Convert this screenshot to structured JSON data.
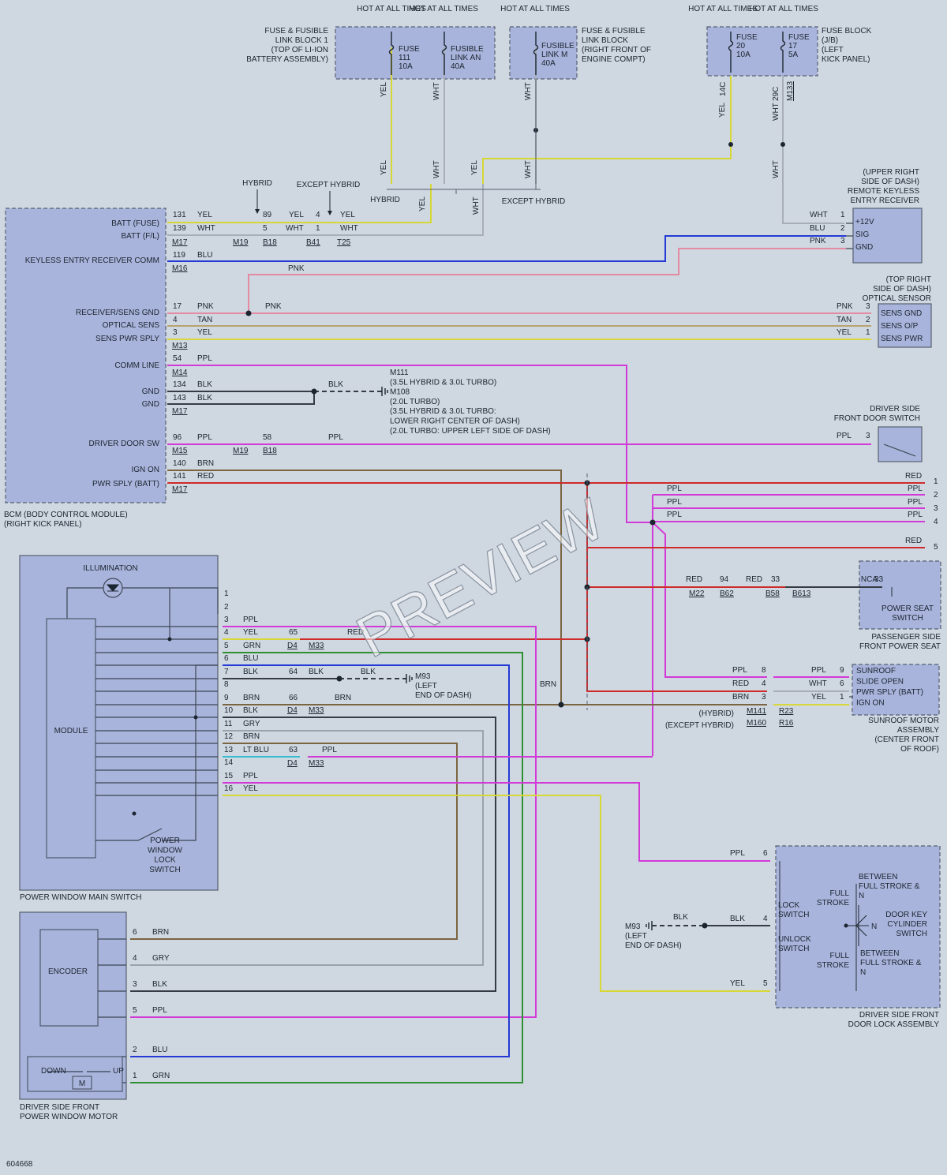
{
  "doc_id": "604668",
  "watermark": "PREVIEW",
  "hot_at_all_times": "HOT AT ALL TIMES",
  "fuse_blocks": {
    "liion": {
      "title": [
        "FUSE & FUSIBLE",
        "LINK BLOCK 1",
        "(TOP OF LI-ION",
        "BATTERY ASSEMBLY)"
      ],
      "fuse": [
        "FUSE",
        "111",
        "10A"
      ],
      "link": [
        "FUSIBLE",
        "LINK AN",
        "40A"
      ]
    },
    "engine": {
      "title": [
        "FUSE & FUSIBLE",
        "LINK BLOCK",
        "(RIGHT FRONT OF",
        "ENGINE COMPT)"
      ],
      "link": [
        "FUSIBLE",
        "LINK M",
        "40A"
      ]
    },
    "jb": {
      "title": [
        "FUSE BLOCK",
        "(J/B)",
        "(LEFT",
        "KICK PANEL)"
      ],
      "fuse20": [
        "FUSE",
        "20",
        "10A"
      ],
      "fuse17": [
        "FUSE",
        "17",
        "5A"
      ],
      "pin14": "14C",
      "pin29": "29C",
      "conn": "M133"
    }
  },
  "labels": {
    "hybrid": "HYBRID",
    "except_hybrid": "EXCEPT HYBRID"
  },
  "bcm": {
    "title": [
      "BCM (BODY CONTROL MODULE)",
      "(RIGHT KICK PANEL)"
    ],
    "pins": {
      "batt_fuse": "BATT (FUSE)",
      "batt_fl": "BATT (F/L)",
      "keyless": "KEYLESS ENTRY RECEIVER COMM",
      "receiver_gnd": "RECEIVER/SENS GND",
      "optical": "OPTICAL SENS",
      "sens_pwr": "SENS PWR SPLY",
      "comm": "COMM LINE",
      "gnd": "GND",
      "door_sw": "DRIVER DOOR SW",
      "ign": "IGN ON",
      "pwr": "PWR SPLY (BATT)"
    },
    "connectors": [
      "M17",
      "M16",
      "M13",
      "M14",
      "M17",
      "M15",
      "M17"
    ]
  },
  "wire_colors": {
    "YEL": "#d7d735",
    "WHT": "#a7aeb7",
    "BLU": "#2439d6",
    "PNK": "#e48aa2",
    "TAN": "#b8a271",
    "PPL": "#d23ad8",
    "BLK": "#363c44",
    "BRN": "#7b6440",
    "RED": "#cf2b2b",
    "GRN": "#2f8f33",
    "GRY": "#9aa2ab",
    "LTBLU": "#38bcd2"
  },
  "receiver": {
    "title": [
      "(UPPER RIGHT",
      "SIDE OF DASH)",
      "REMOTE KEYLESS",
      "ENTRY RECEIVER"
    ],
    "pins": [
      "+12V",
      "SIG",
      "GND"
    ]
  },
  "optical_sensor": {
    "title": [
      "(TOP RIGHT",
      "SIDE OF DASH)",
      "OPTICAL SENSOR"
    ],
    "pins": [
      "SENS GND",
      "SENS O/P",
      "SENS PWR"
    ]
  },
  "ground_note": [
    "M111",
    "(3.5L HYBRID & 3.0L TURBO)",
    "M108",
    "(2.0L TURBO)",
    "(3.5L HYBRID & 3.0L TURBO:",
    "LOWER RIGHT CENTER OF DASH)",
    "(2.0L TURBO: UPPER LEFT SIDE OF DASH)"
  ],
  "door_switch": {
    "title": [
      "DRIVER SIDE",
      "FRONT DOOR SWITCH"
    ]
  },
  "power_seat": {
    "label": [
      "POWER SEAT",
      "SWITCH"
    ],
    "title": [
      "PASSENGER SIDE",
      "FRONT POWER SEAT"
    ],
    "nca": "NCA"
  },
  "sunroof": {
    "pins": [
      "SUNROOF",
      "SLIDE OPEN",
      "PWR SPLY (BATT)",
      "IGN ON"
    ],
    "title": [
      "SUNROOF MOTOR",
      "ASSEMBLY",
      "(CENTER FRONT",
      "OF ROOF)"
    ],
    "hybrid": "(HYBRID)",
    "except": "(EXCEPT HYBRID)"
  },
  "main_switch": {
    "title": "POWER WINDOW MAIN SWITCH",
    "illum": "ILLUMINATION",
    "module": "MODULE",
    "lock": [
      "POWER",
      "WINDOW",
      "LOCK",
      "SWITCH"
    ]
  },
  "m93": [
    "M93",
    "(LEFT",
    "END OF DASH)"
  ],
  "motor": {
    "encoder": "ENCODER",
    "title": [
      "DRIVER SIDE FRONT",
      "POWER WINDOW MOTOR"
    ],
    "down": "DOWN",
    "up": "UP",
    "m": "M"
  },
  "door_lock": {
    "title": [
      "DRIVER SIDE FRONT",
      "DOOR LOCK ASSEMBLY"
    ],
    "lock_sw": [
      "LOCK",
      "SWITCH"
    ],
    "unlock_sw": [
      "UNLOCK",
      "SWITCH"
    ],
    "full_stroke": [
      "FULL",
      "STROKE"
    ],
    "between": [
      "BETWEEN",
      "FULL STROKE &",
      "N"
    ],
    "cylinder": [
      "DOOR KEY",
      "CYLINDER",
      "SWITCH"
    ],
    "n": "N"
  }
}
